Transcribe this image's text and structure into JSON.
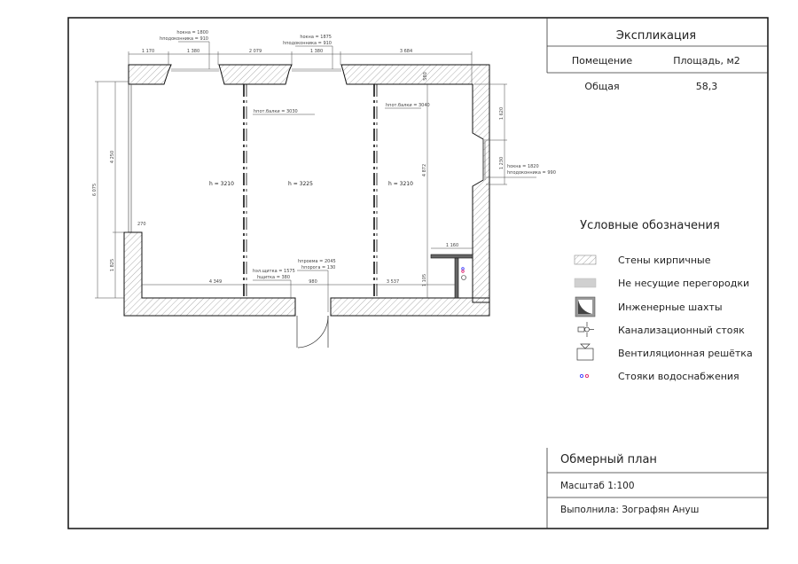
{
  "explication": {
    "title": "Экспликация",
    "headers": [
      "Помещение",
      "Площадь, м2"
    ],
    "rows": [
      {
        "room": "Общая",
        "area": "58,3"
      }
    ]
  },
  "legend": {
    "title": "Условные обозначения",
    "items": [
      {
        "icon": "brick-wall-hatch-icon",
        "label": "Стены кирпичные"
      },
      {
        "icon": "partition-icon",
        "label": "Не несущие перегородки"
      },
      {
        "icon": "shaft-icon",
        "label": "Инженерные шахты"
      },
      {
        "icon": "sewer-riser-icon",
        "label": "Канализационный стояк"
      },
      {
        "icon": "vent-grille-icon",
        "label": "Вентиляционная решётка"
      },
      {
        "icon": "water-riser-icon",
        "label": "Стояки водоснабжения"
      }
    ],
    "colors": {
      "water_blue": "#3a3aff",
      "water_red": "#e0206a"
    }
  },
  "titleblock": {
    "title": "Обмерный план",
    "scale": "Масштаб 1:100",
    "author": "Выполнила: Зографян Ануш"
  },
  "plan": {
    "top_dims": [
      "1 170",
      "1 380",
      "2 079",
      "1 380",
      "3 684"
    ],
    "window1": [
      "hокна = 1800",
      "hподоконника = 910"
    ],
    "window2": [
      "hокна = 1875",
      "hподоконника = 910"
    ],
    "window3": [
      "hокна = 1820",
      "hподоконника = 990"
    ],
    "beam1": "hпот.балки = 3030",
    "beam2": "hпот.балки = 3040",
    "left_dims": [
      "6 075",
      "4 250",
      "1 825",
      "270"
    ],
    "right_dims": [
      "1 620",
      "1 230"
    ],
    "heights": [
      "h = 3210",
      "h = 3225",
      "h = 3210"
    ],
    "bottom_dims": [
      "4 349",
      "980",
      "3 537"
    ],
    "door_note": [
      "hпроема = 2045",
      "hпорога = 130"
    ],
    "shield_note": [
      "hэл.щитка = 1575",
      "hщитка = 380"
    ],
    "inner_dims": [
      "4 872",
      "580",
      "1 160",
      "1 105"
    ]
  }
}
